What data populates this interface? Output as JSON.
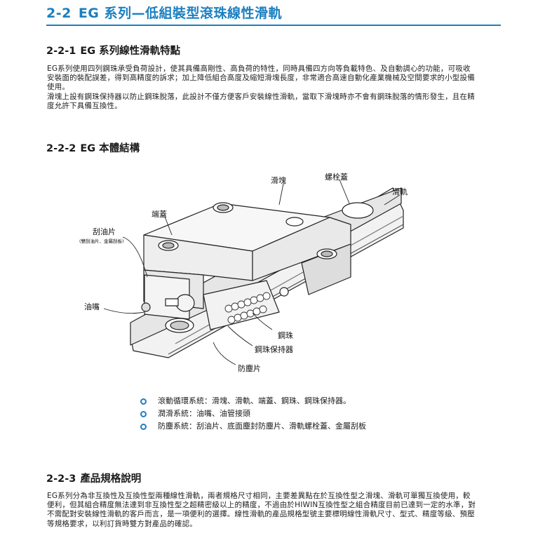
{
  "header": {
    "section_number": "2-2",
    "title": "EG 系列—低組裝型滾珠線性滑軌"
  },
  "sections": [
    {
      "number": "2-2-1",
      "title": "EG 系列線性滑軌特點",
      "paragraphs": [
        "EG系列使用四列鋼珠承受負荷設計，使其具備高剛性、高負荷的特性，同時具備四方向等負載特色、及自動調心的功能，可吸收安裝面的裝配誤差，得到高精度的訴求；加上降低組合高度及縮短滑塊長度，非常適合高速自動化產業機械及空間要求的小型設備使用。",
        "滑塊上設有鋼珠保持器以防止鋼珠脫落，此設計不僅方便客戶安裝線性滑軌，當取下滑塊時亦不會有鋼珠脫落的情形發生，且在精度允許下具備互換性。"
      ]
    },
    {
      "number": "2-2-2",
      "title": "EG 本體結構"
    },
    {
      "number": "2-2-3",
      "title": "產品規格說明",
      "paragraphs": [
        "EG系列分為非互換性及互換性型兩種線性滑軌，兩者規格尺寸相同，主要差異點在於互換性型之滑塊、滑軌可單獨互換使用，較便利，但其組合精度無法達到非互換性型之超精密級以上的精度，不過由於HIWIN互換性型之組合精度目前已達到一定的水準，對不需配對安裝線性滑軌的客戶而言，是一項便利的選擇。線性滑軌的產品規格型號主要標明線性滑軌尺寸、型式、精度等級、預壓等規格要求，以利訂貨時雙方對產品的確認。"
      ]
    }
  ],
  "diagram": {
    "labels": {
      "block": "滑塊",
      "bolt_cap": "螺栓蓋",
      "rail": "滑軌",
      "end_cap": "端蓋",
      "end_seal": "刮油片",
      "end_seal_note": "(雙刮油片、金屬刮板)",
      "grease_nipple": "油嘴",
      "ball": "鋼珠",
      "retainer": "鋼珠保持器",
      "bottom_seal": "防塵片"
    }
  },
  "systems": [
    "滾動循環系統：滑塊、滑軌、端蓋、鋼珠、鋼珠保持器。",
    "潤滑系統：油嘴、油管接頭",
    "防塵系統：刮油片、底面塵封防塵片、滑軌螺栓蓋、金屬刮板"
  ],
  "colors": {
    "accent": "#1a7fc1",
    "text": "#1a1a1a"
  }
}
